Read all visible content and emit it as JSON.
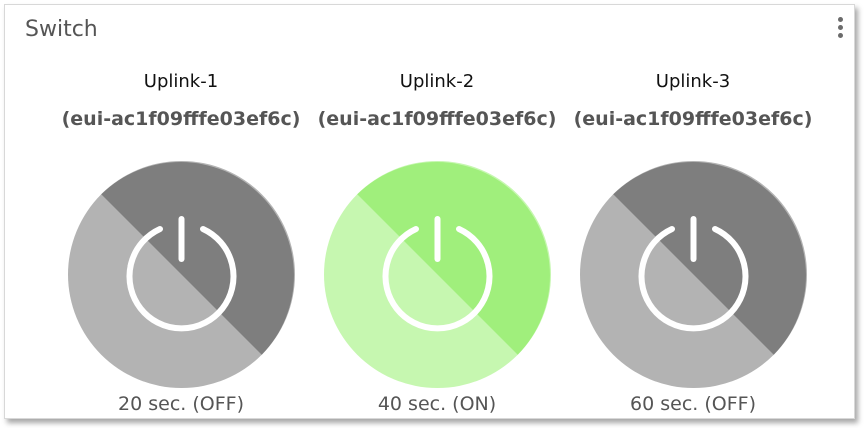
{
  "widget": {
    "title": "Switch",
    "menu_icon": "vertical-ellipsis-icon"
  },
  "switches": [
    {
      "name": "Uplink-1",
      "id": "(eui-ac1f09fffe03ef6c)",
      "status": "20 sec. (OFF)",
      "state": "off",
      "icon": "power-icon",
      "colors": {
        "light": "#b3b3b3",
        "dark": "#7e7e7e"
      }
    },
    {
      "name": "Uplink-2",
      "id": "(eui-ac1f09fffe03ef6c)",
      "status": "40 sec. (ON)",
      "state": "on",
      "icon": "power-icon",
      "colors": {
        "light": "#c6f7b0",
        "dark": "#a0ef7c"
      }
    },
    {
      "name": "Uplink-3",
      "id": "(eui-ac1f09fffe03ef6c)",
      "status": "60 sec. (OFF)",
      "state": "off",
      "icon": "power-icon",
      "colors": {
        "light": "#b3b3b3",
        "dark": "#7e7e7e"
      }
    }
  ]
}
